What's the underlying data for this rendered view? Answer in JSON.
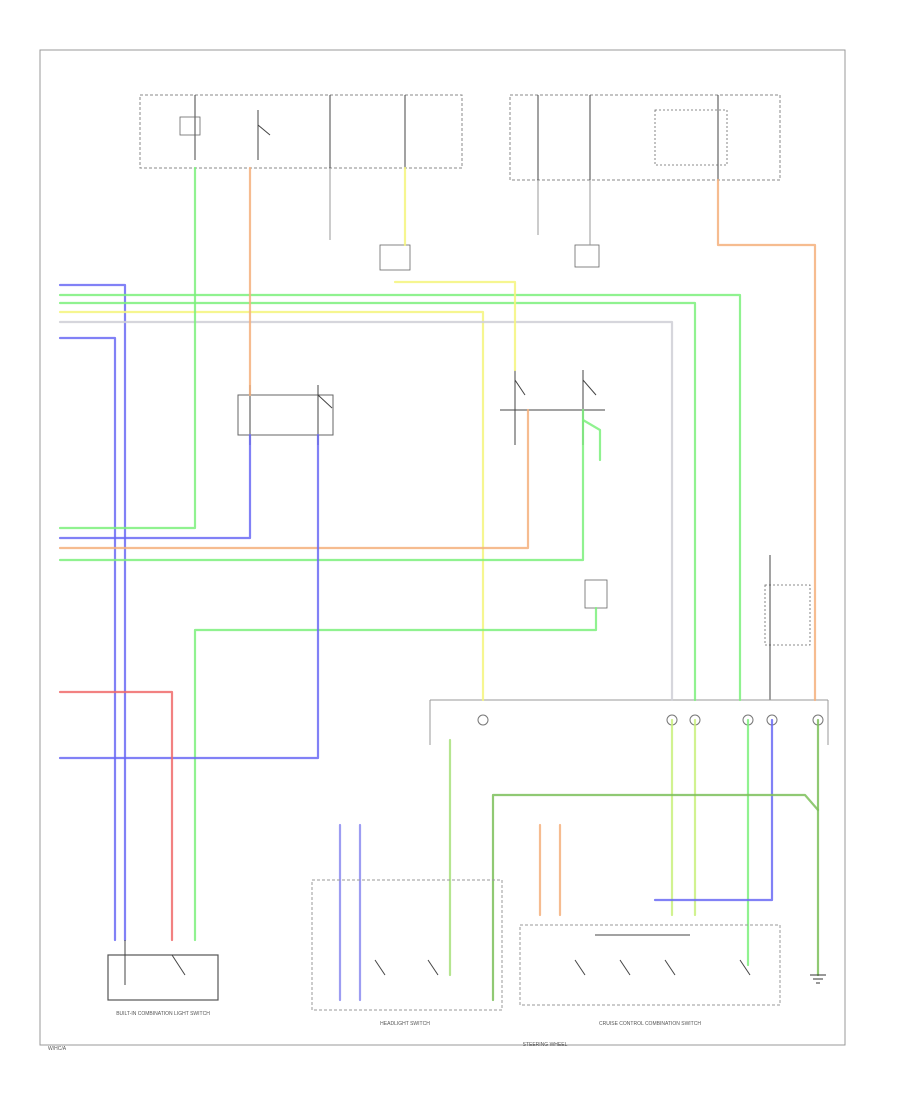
{
  "diagram": {
    "colors": {
      "green": "#7cf07c",
      "blue": "#6b6bf5",
      "red": "#f06b6b",
      "orange": "#f5b07c",
      "yellow": "#f5f57c",
      "gray": "#b8b8b8",
      "dkgreen": "#7cbf5a",
      "black": "#222222"
    },
    "labels": {
      "bottom_left_caption": "BUILT-IN COMBINATION LIGHT SWITCH",
      "headlight_switch_caption": "HEADLIGHT SWITCH",
      "combination_switch_caption": "CRUISE CONTROL COMBINATION SWITCH",
      "footer_center": "STEERING WHEEL",
      "footer_left": "W/HC/A"
    }
  }
}
